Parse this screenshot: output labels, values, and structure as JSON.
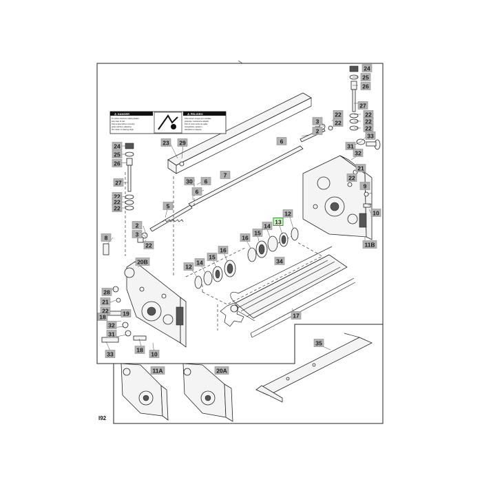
{
  "figure_id": "I92",
  "warning_label": {
    "left_header": "⚠ DANGER",
    "right_header": "⚠ PELIGRO",
    "left_body": [
      "To reduce risk from rotating blades",
      "stay clear of reel.",
      "Stop engine before removing",
      "grass catchers, adjusting",
      "the mower or clearing clogs."
    ],
    "right_body": [
      "Para reducir riesgos por cuchillas",
      "giratorias, mantenerse alejado.",
      "Pare el motor antes de quitar",
      "recogedores, ajustar o",
      "destrabar la maquina."
    ]
  },
  "callouts": [
    {
      "id": "c24a",
      "text": "24"
    },
    {
      "id": "c25a",
      "text": "25"
    },
    {
      "id": "c26a",
      "text": "26"
    },
    {
      "id": "c27a",
      "text": "27"
    },
    {
      "id": "c22a",
      "text": "22"
    },
    {
      "id": "c22b",
      "text": "22"
    },
    {
      "id": "c22c",
      "text": "22"
    },
    {
      "id": "c33a",
      "text": "33"
    },
    {
      "id": "c31a",
      "text": "31"
    },
    {
      "id": "c22d",
      "text": "22"
    },
    {
      "id": "c3a",
      "text": "3"
    },
    {
      "id": "c2a",
      "text": "2"
    },
    {
      "id": "c22e",
      "text": "22"
    },
    {
      "id": "c6a",
      "text": "6"
    },
    {
      "id": "c32a",
      "text": "32"
    },
    {
      "id": "c21a",
      "text": "21"
    },
    {
      "id": "c22f",
      "text": "22"
    },
    {
      "id": "c23a",
      "text": "23"
    },
    {
      "id": "c29a",
      "text": "29"
    },
    {
      "id": "c7a",
      "text": "7"
    },
    {
      "id": "c30a",
      "text": "30"
    },
    {
      "id": "c6b",
      "text": "6"
    },
    {
      "id": "c6c",
      "text": "6"
    },
    {
      "id": "c24b",
      "text": "24"
    },
    {
      "id": "c25b",
      "text": "25"
    },
    {
      "id": "c26b",
      "text": "26"
    },
    {
      "id": "c27b",
      "text": "27"
    },
    {
      "id": "c22g",
      "text": "22"
    },
    {
      "id": "c22h",
      "text": "22"
    },
    {
      "id": "c22i",
      "text": "22"
    },
    {
      "id": "c5a",
      "text": "5"
    },
    {
      "id": "c2b",
      "text": "2"
    },
    {
      "id": "c3b",
      "text": "3"
    },
    {
      "id": "c22j",
      "text": "22"
    },
    {
      "id": "c8a",
      "text": "8"
    },
    {
      "id": "c9a",
      "text": "9"
    },
    {
      "id": "c10a",
      "text": "10"
    },
    {
      "id": "c11b",
      "text": "11B"
    },
    {
      "id": "c12a",
      "text": "12"
    },
    {
      "id": "c13a",
      "text": "13"
    },
    {
      "id": "c14a",
      "text": "14"
    },
    {
      "id": "c15a",
      "text": "15"
    },
    {
      "id": "c16a",
      "text": "16"
    },
    {
      "id": "c34a",
      "text": "34"
    },
    {
      "id": "c20b",
      "text": "20B"
    },
    {
      "id": "c12b",
      "text": "12"
    },
    {
      "id": "c14b",
      "text": "14"
    },
    {
      "id": "c15b",
      "text": "15"
    },
    {
      "id": "c16b",
      "text": "16"
    },
    {
      "id": "c28a",
      "text": "28"
    },
    {
      "id": "c21b",
      "text": "21"
    },
    {
      "id": "c22k",
      "text": "22"
    },
    {
      "id": "c18a",
      "text": "18"
    },
    {
      "id": "c32b",
      "text": "32"
    },
    {
      "id": "c31b",
      "text": "31"
    },
    {
      "id": "c19a",
      "text": "19"
    },
    {
      "id": "c17a",
      "text": "17"
    },
    {
      "id": "c33b",
      "text": "33"
    },
    {
      "id": "c18b",
      "text": "18"
    },
    {
      "id": "c10b",
      "text": "10"
    },
    {
      "id": "c35a",
      "text": "35"
    },
    {
      "id": "c11a",
      "text": "11A"
    },
    {
      "id": "c20a",
      "text": "20A"
    }
  ]
}
